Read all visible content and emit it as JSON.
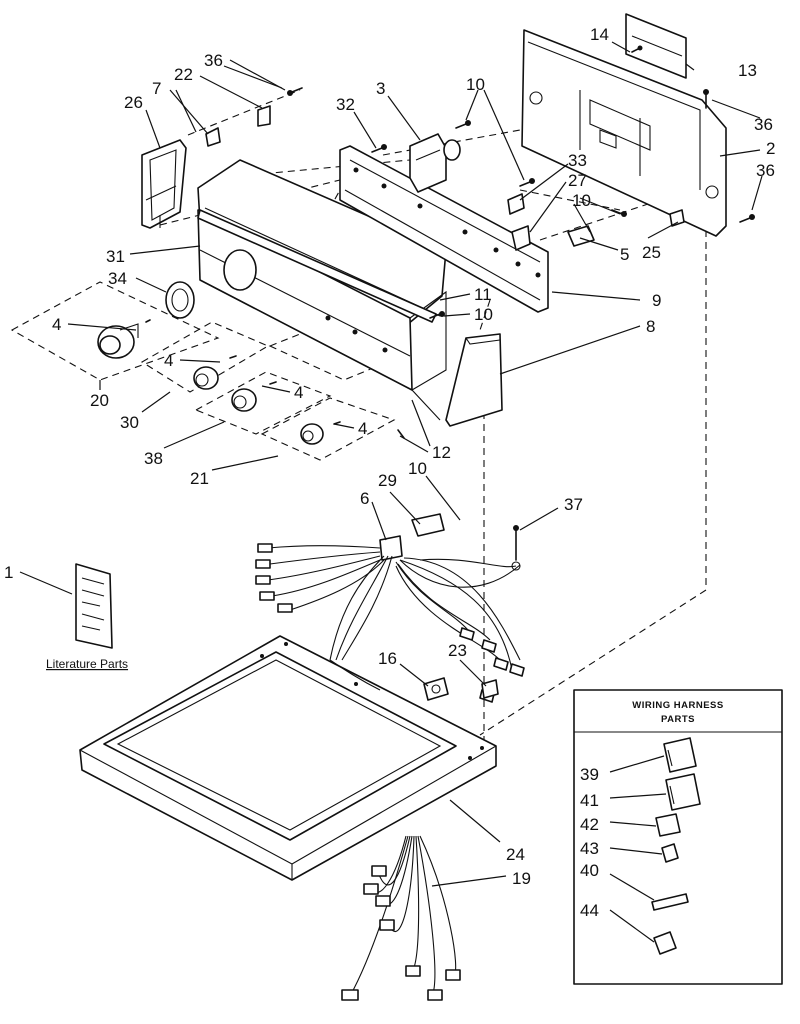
{
  "literature_caption": "Literature Parts",
  "harness_box_title_line1": "WIRING HARNESS",
  "harness_box_title_line2": "PARTS",
  "callouts": {
    "c1": "1",
    "c2": "2",
    "c3": "3",
    "c4a": "4",
    "c4b": "4",
    "c4c": "4",
    "c4d": "4",
    "c5": "5",
    "c6": "6",
    "c7": "7",
    "c8": "8",
    "c9": "9",
    "c10a": "10",
    "c10b": "10",
    "c10c": "10",
    "c10d": "10",
    "c11": "11",
    "c12": "12",
    "c13": "13",
    "c14": "14",
    "c16": "16",
    "c19": "19",
    "c20": "20",
    "c21": "21",
    "c22": "22",
    "c23": "23",
    "c24": "24",
    "c25": "25",
    "c26": "26",
    "c27": "27",
    "c29": "29",
    "c30": "30",
    "c31": "31",
    "c32": "32",
    "c33": "33",
    "c34": "34",
    "c36a": "36",
    "c36b": "36",
    "c36c": "36",
    "c37": "37",
    "c38": "38",
    "c39": "39",
    "c40": "40",
    "c41": "41",
    "c42": "42",
    "c43": "43",
    "c44": "44"
  }
}
